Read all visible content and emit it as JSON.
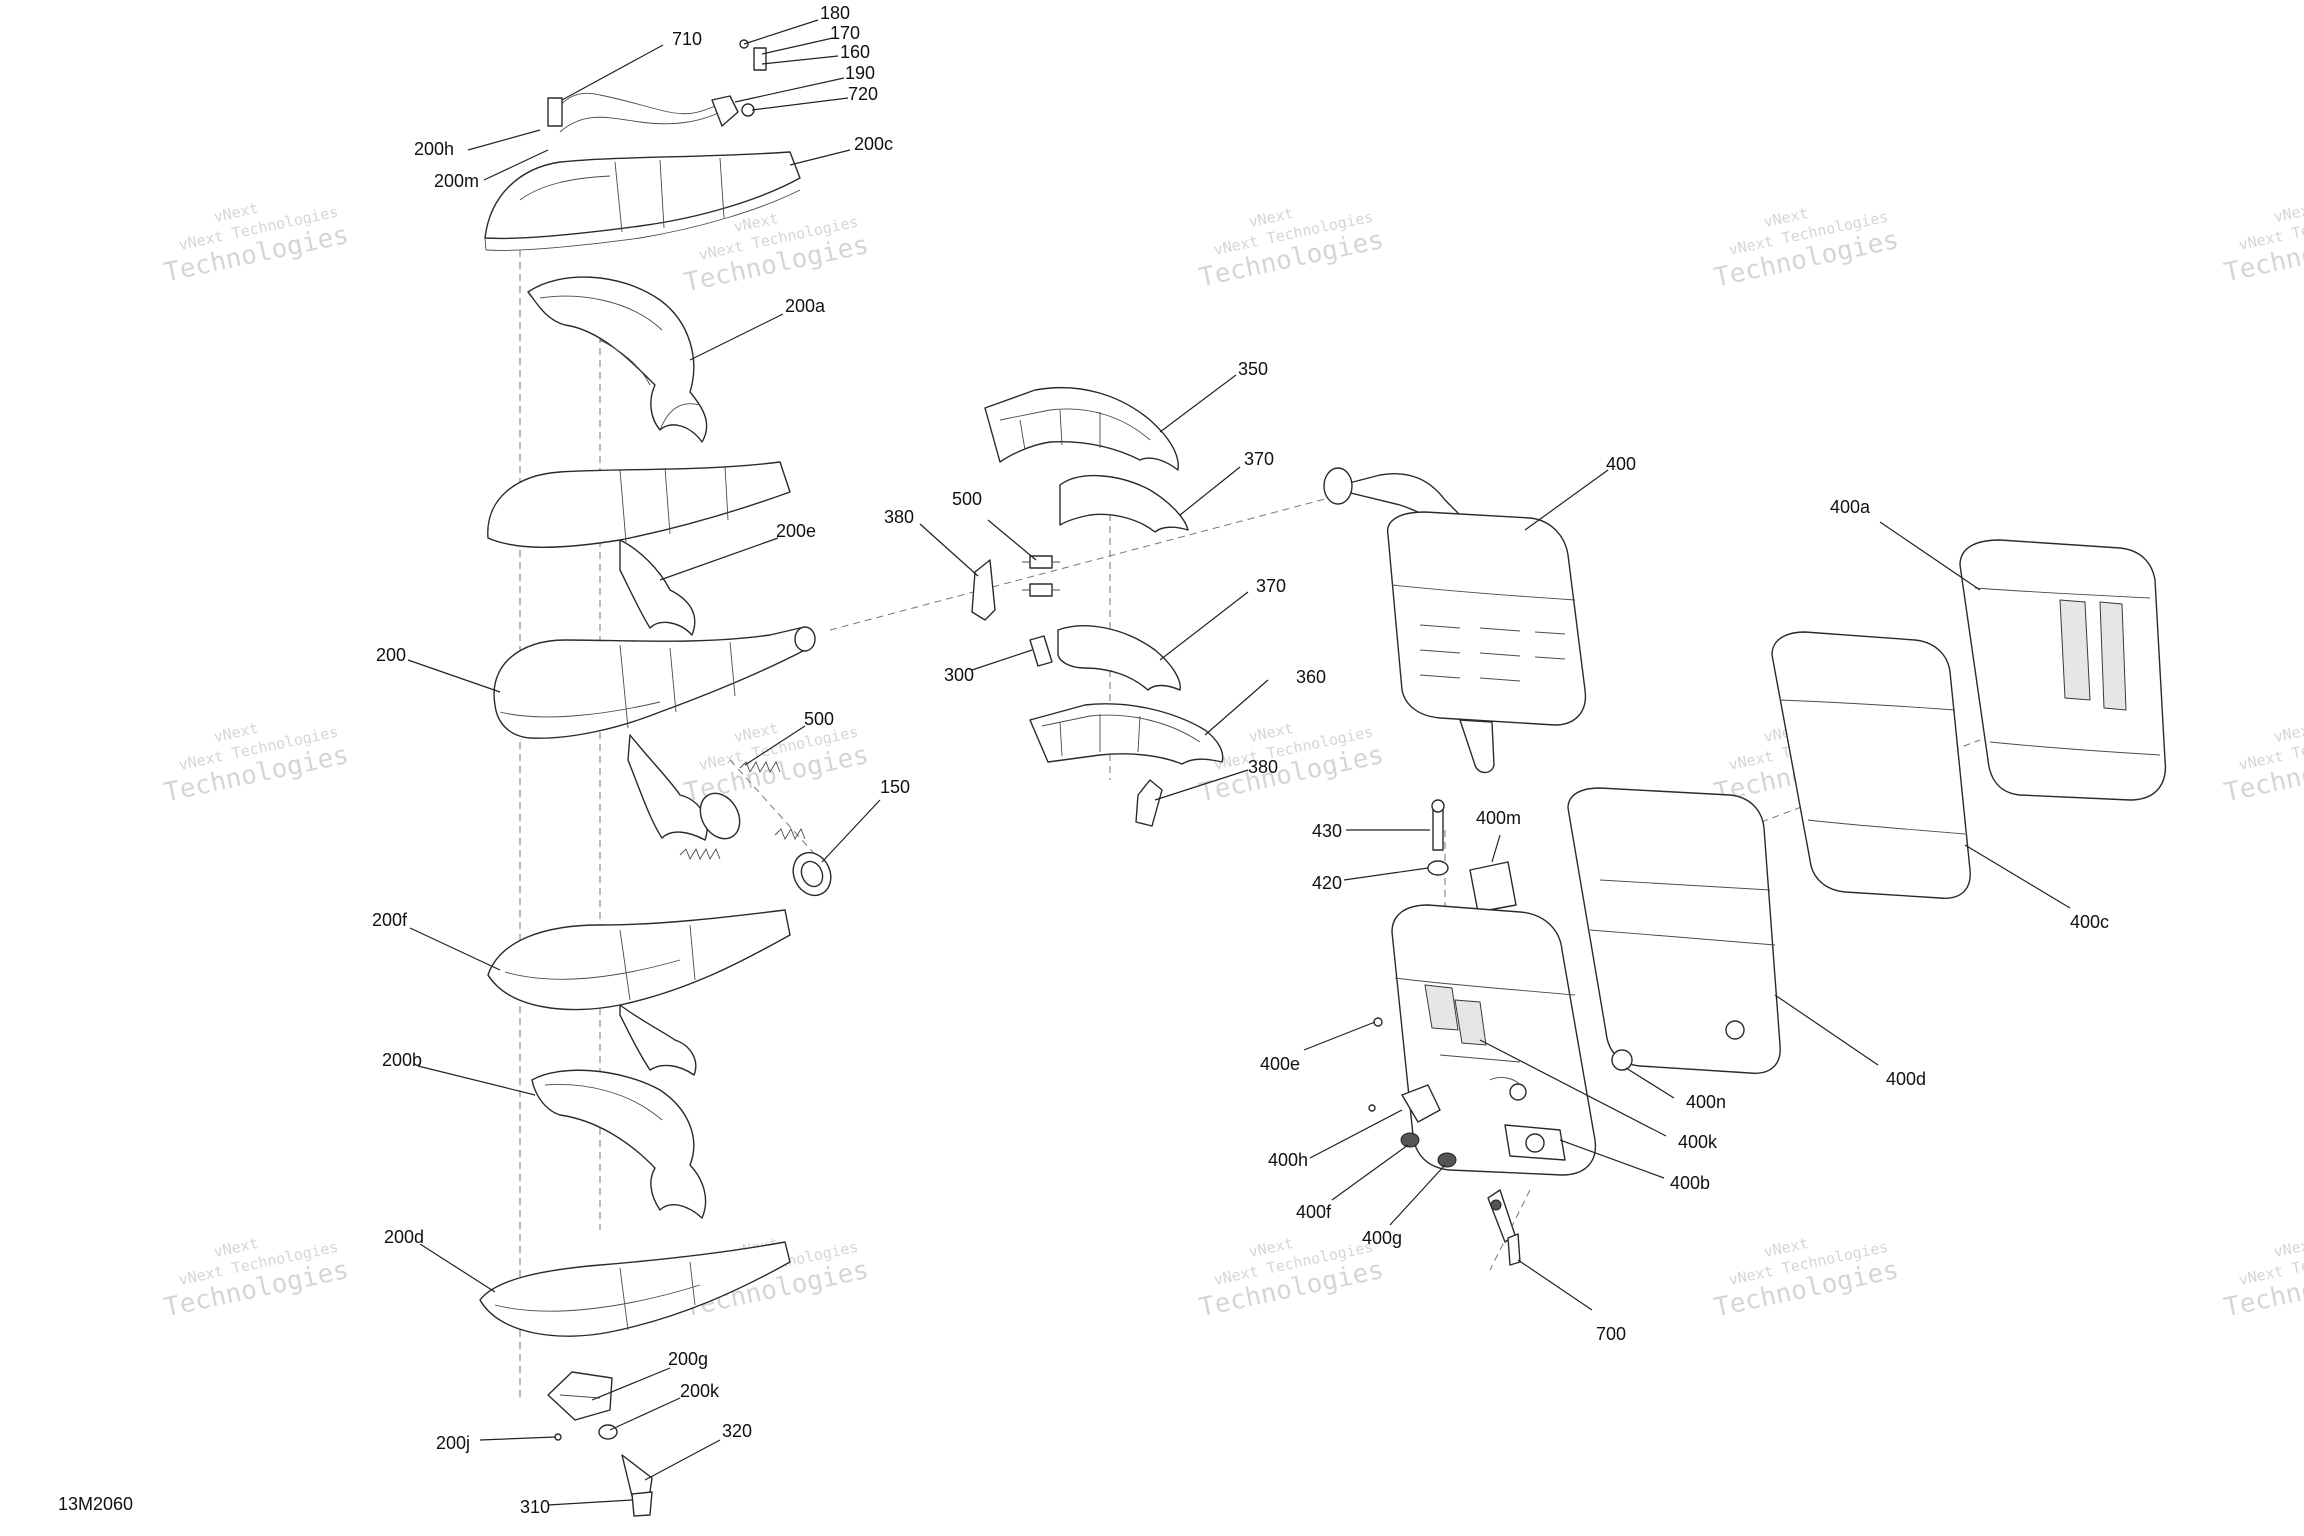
{
  "reference_code": "13M2060",
  "watermark": {
    "line1": "vNext",
    "line2": "vNext Technologies",
    "line3": "Technologies"
  },
  "callouts": {
    "c710": "710",
    "c180": "180",
    "c170": "170",
    "c160": "160",
    "c190": "190",
    "c720": "720",
    "c200h": "200h",
    "c200m": "200m",
    "c200c": "200c",
    "c200a": "200a",
    "c200e": "200e",
    "c200": "200",
    "c500a": "500",
    "c150": "150",
    "c200f": "200f",
    "c200b": "200b",
    "c200d": "200d",
    "c200g": "200g",
    "c200k": "200k",
    "c200j": "200j",
    "c320": "320",
    "c310": "310",
    "c350": "350",
    "c370a": "370",
    "c500b": "500",
    "c380a": "380",
    "c370b": "370",
    "c300": "300",
    "c360": "360",
    "c380b": "380",
    "c400": "400",
    "c400a": "400a",
    "c400c": "400c",
    "c400d": "400d",
    "c400m": "400m",
    "c430": "430",
    "c420": "420",
    "c400e": "400e",
    "c400n": "400n",
    "c400k": "400k",
    "c400h": "400h",
    "c400b": "400b",
    "c400f": "400f",
    "c400g": "400g",
    "c700": "700"
  }
}
